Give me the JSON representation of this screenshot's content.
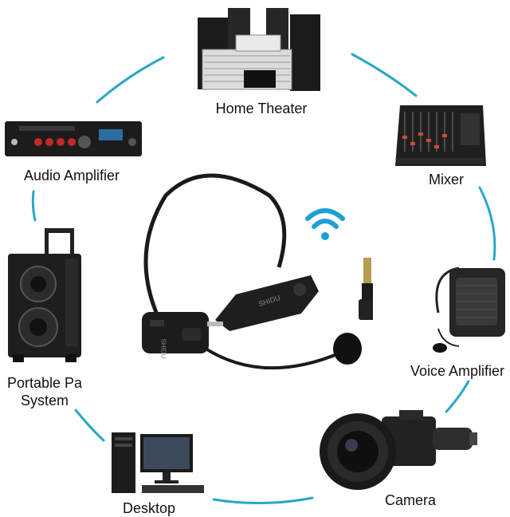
{
  "devices": {
    "home_theater": "Home Theater",
    "mixer": "Mixer",
    "audio_amplifier": "Audio Amplifier",
    "portable_pa_line1": "Portable Pa",
    "portable_pa_line2": "System",
    "voice_amplifier": "Voice Amplifier",
    "desktop": "Desktop",
    "camera": "Camera"
  },
  "product": {
    "receiver_brand": "SHIDU",
    "transmitter_brand": "SHIDU"
  },
  "colors": {
    "ring": "#2aa7c6",
    "wifi": "#1d9fd8",
    "device_dark": "#1b1b1b"
  },
  "icons": {
    "wireless": "wifi-icon"
  }
}
